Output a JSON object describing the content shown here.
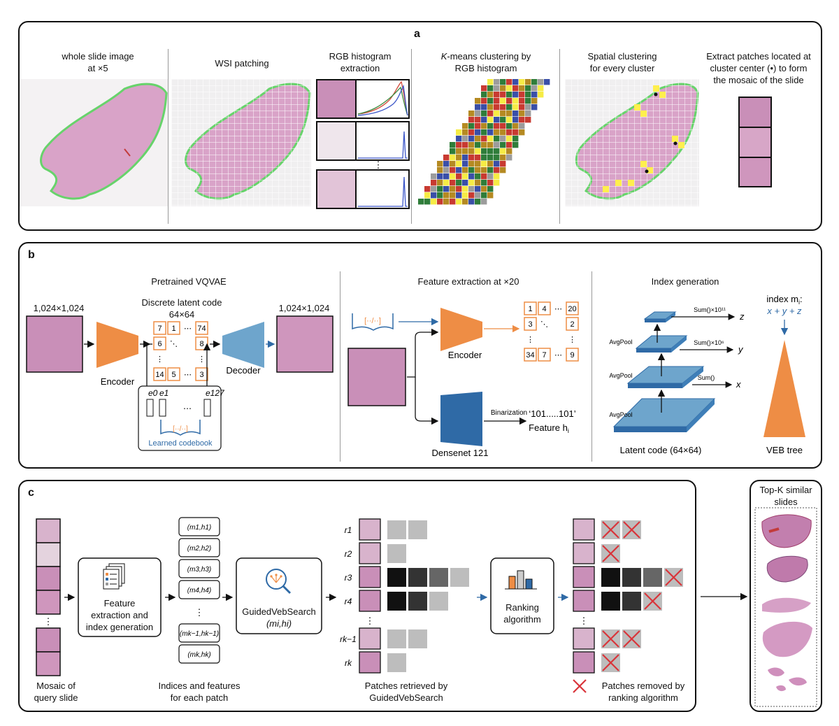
{
  "panel_a": {
    "label": "a",
    "wsi_caption": "whole slide image\nat ×5",
    "patching_caption": "WSI patching",
    "hist_caption": "RGB histogram\nextraction",
    "hist_ellipsis": "⋮",
    "kmeans_caption_italic": "K",
    "kmeans_caption_rest": "-means clustering by\nRGB histogram",
    "spatial_caption": "Spatial clustering\nfor every cluster",
    "mosaic_caption": "Extract patches located at\ncluster center (•) to form\nthe mosaic of the slide"
  },
  "panel_b": {
    "label": "b",
    "vqvae_title": "Pretrained VQVAE",
    "input_size": "1,024×1,024",
    "latent_title": "Discrete latent code\n64×64",
    "output_size": "1,024×1,024",
    "encoder": "Encoder",
    "decoder": "Decoder",
    "codebook_label": "Learned codebook",
    "codebook_vectors": [
      "e0",
      "e1",
      "e127"
    ],
    "latent_cells": [
      "7",
      "1",
      "⋯",
      "74",
      "6",
      "⋱",
      "8",
      "⋮",
      "⋮",
      "14",
      "5",
      "⋯",
      "3"
    ],
    "feature_title": "Feature extraction at ×20",
    "feature_encoder": "Encoder",
    "feature_cells": [
      "1",
      "4",
      "⋯",
      "20",
      "3",
      "⋱",
      "2",
      "⋮",
      "⋮",
      "34",
      "7",
      "⋯",
      "9"
    ],
    "densenet": "Densenet\n121",
    "binarization": "Binarization",
    "binary_code": "‘101.....101’",
    "feature_h": "Feature h",
    "feature_h_sub": "i",
    "index_title": "Index generation",
    "avgpool": "AvgPool",
    "sum_z": "Sum()×10¹¹",
    "sum_y": "Sum()×10⁶",
    "sum_x": "Sum()",
    "axis_z": "z",
    "axis_y": "y",
    "axis_x": "x",
    "latent_code": "Latent code (64×64)",
    "index_label": "index m",
    "index_label_sub": "i",
    "index_formula": "x + y + z",
    "veb": "VEB tree"
  },
  "panel_c": {
    "label": "c",
    "mosaic_caption": "Mosaic of\nquery slide",
    "feature_box": "Feature\nextraction and\nindex generation",
    "indices": [
      "(m1,h1)",
      "(m2,h2)",
      "(m3,h3)",
      "(m4,h4)",
      "(mk−1,hk−1)",
      "(mk,hk)"
    ],
    "indices_caption": "Indices and features\nfor each patch",
    "search_box": "GuidedVebSearch",
    "search_args": "(mi,hi)",
    "retrieved_caption": "Patches retrieved by\nGuidedVebSearch",
    "row_labels": [
      "r1",
      "r2",
      "r3",
      "r4",
      "rk−1",
      "rk"
    ],
    "ranking_box": "Ranking\nalgorithm",
    "removed_caption": "Patches removed by\nranking algorithm",
    "topk_caption": "Top-K similar\nslides"
  },
  "colors": {
    "orange": "#ee8d45",
    "blue": "#6ea5cc",
    "dark_blue": "#2f6aa6",
    "tissue_pink": "#d9a3c8",
    "outline_green": "#67d36b",
    "cross_red": "#d9343a"
  }
}
